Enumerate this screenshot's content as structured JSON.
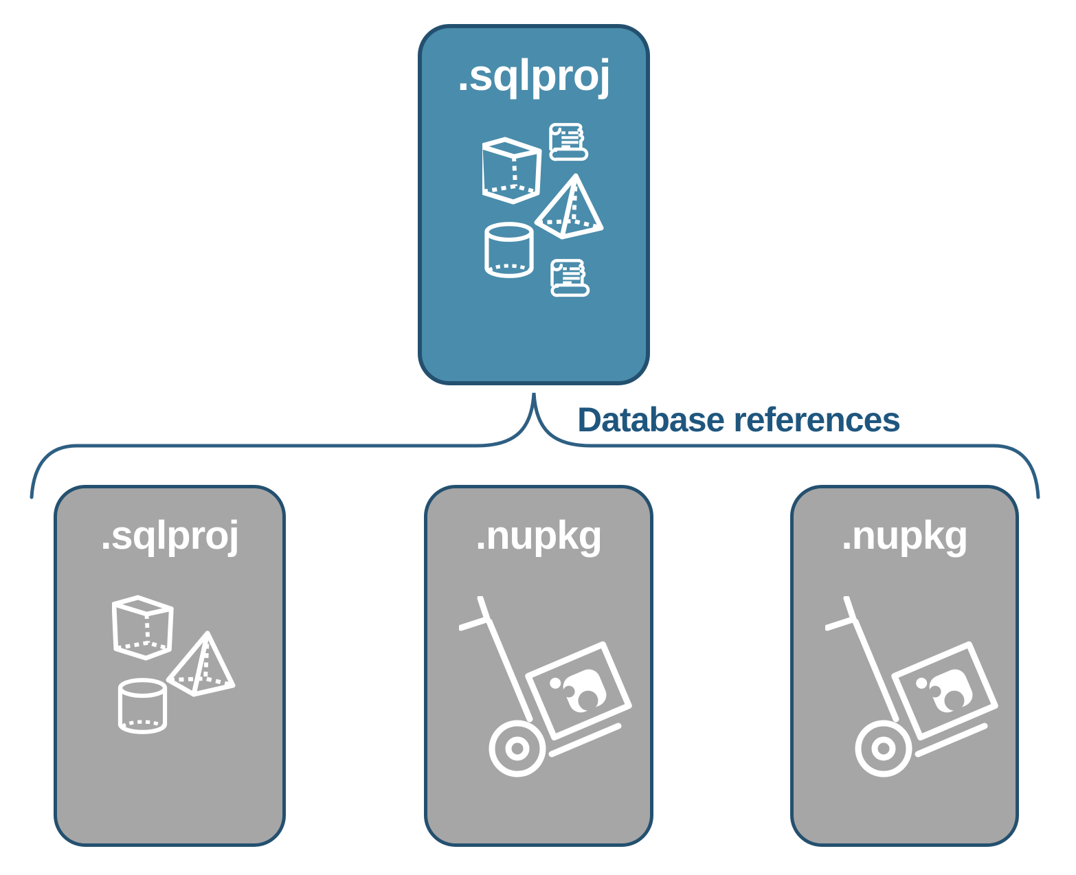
{
  "diagram": {
    "root_node": {
      "label": ".sqlproj",
      "icons": [
        "cube",
        "script-scroll",
        "pyramid",
        "database-cylinder",
        "script-scroll"
      ]
    },
    "connector": {
      "label": "Database references"
    },
    "child_nodes": [
      {
        "label": ".sqlproj",
        "icons": [
          "cube",
          "pyramid",
          "database-cylinder"
        ]
      },
      {
        "label": ".nupkg",
        "icons": [
          "nuget-package-hand-truck"
        ]
      },
      {
        "label": ".nupkg",
        "icons": [
          "nuget-package-hand-truck"
        ]
      }
    ],
    "colors": {
      "background": "#FFFFFF",
      "root_fill": "#4A8CAB",
      "child_fill": "#A6A6A6",
      "node_border": "#24506F",
      "icon_stroke": "#FFFFFF",
      "connector_stroke": "#2E5F83",
      "connector_label_text": "#1F567E"
    }
  }
}
